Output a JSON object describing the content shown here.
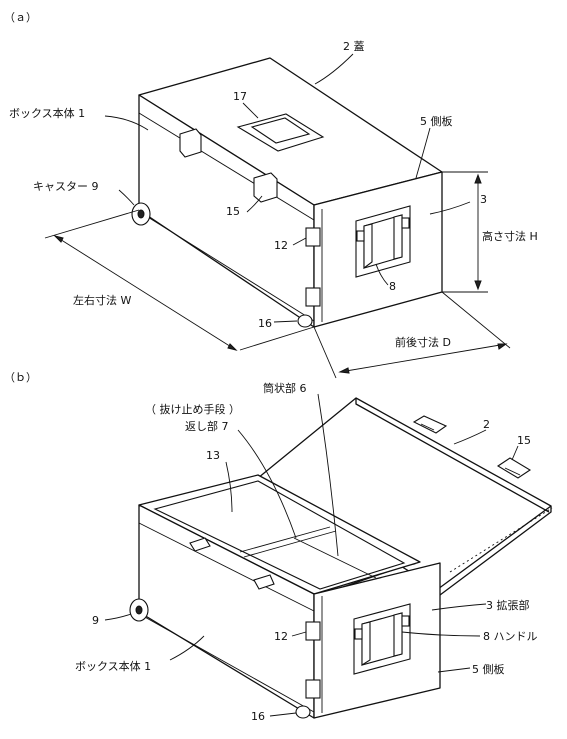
{
  "figure": {
    "panel_a": {
      "label": "（ａ）",
      "labels": {
        "lid": "2 蓋",
        "box_body": "ボックス本体 1",
        "window": "17",
        "side_plate": "5 側板",
        "extension_part": "3",
        "height": "高さ寸法 H",
        "caster": "キャスター 9",
        "clasp": "15",
        "latch": "12",
        "handle": "8",
        "width": "左右寸法 W",
        "wheel": "16",
        "depth": "前後寸法 D"
      }
    },
    "panel_b": {
      "label": "（ｂ）",
      "labels": {
        "retaining_means": "（ 抜け止め手段 ）",
        "return_part": "返し部 7",
        "tube_part": "筒状部 6",
        "lid": "2",
        "clasp": "15",
        "inner_space": "13",
        "caster": "9",
        "latch": "12",
        "extension_part": "3 拡張部",
        "handle": "8 ハンドル",
        "box_body": "ボックス本体 1",
        "side_plate": "5 側板",
        "wheel": "16"
      }
    }
  }
}
